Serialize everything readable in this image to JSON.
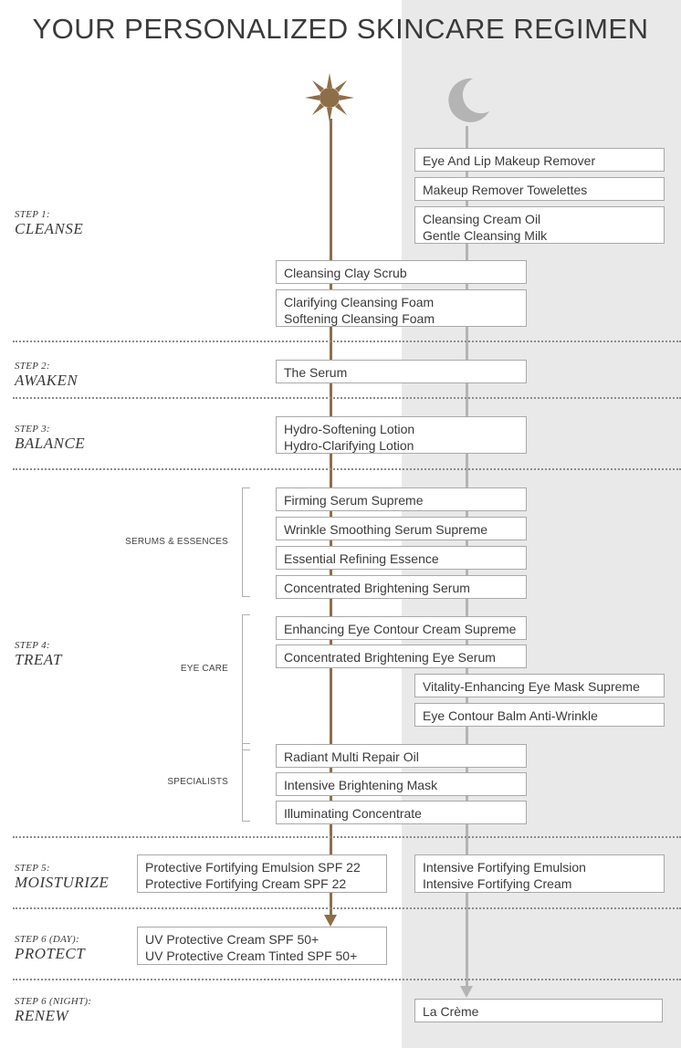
{
  "title": "YOUR PERSONALIZED SKINCARE REGIMEN",
  "icons": {
    "day": "sun-icon",
    "night": "moon-icon"
  },
  "colors": {
    "day_line": "#8d6e4a",
    "night_line": "#b4b4b4",
    "night_panel": "#e9e9e9"
  },
  "steps": [
    {
      "num": "STEP 1:",
      "name": "CLEANSE"
    },
    {
      "num": "STEP 2:",
      "name": "AWAKEN"
    },
    {
      "num": "STEP 3:",
      "name": "BALANCE"
    },
    {
      "num": "STEP 4:",
      "name": "TREAT"
    },
    {
      "num": "STEP 5:",
      "name": "MOISTURIZE"
    },
    {
      "num": "STEP 6 (DAY):",
      "name": "PROTECT"
    },
    {
      "num": "STEP 6 (NIGHT):",
      "name": "RENEW"
    }
  ],
  "groups": [
    "SERUMS & ESSENCES",
    "EYE CARE",
    "SPECIALISTS"
  ],
  "products": {
    "cleanse_night_1": [
      "Eye And Lip Makeup Remover"
    ],
    "cleanse_night_2": [
      "Makeup Remover Towelettes"
    ],
    "cleanse_night_3": [
      "Cleansing Cream Oil",
      "Gentle Cleansing Milk"
    ],
    "cleanse_both_1": [
      "Cleansing Clay Scrub"
    ],
    "cleanse_both_2": [
      "Clarifying Cleansing Foam",
      "Softening Cleansing Foam"
    ],
    "awaken_1": [
      "The Serum"
    ],
    "balance_1": [
      "Hydro-Softening Lotion",
      "Hydro-Clarifying Lotion"
    ],
    "serums_1": [
      "Firming Serum Supreme"
    ],
    "serums_2": [
      "Wrinkle Smoothing Serum Supreme"
    ],
    "serums_3": [
      "Essential Refining Essence"
    ],
    "serums_4": [
      "Concentrated Brightening Serum"
    ],
    "eye_1": [
      "Enhancing Eye Contour Cream Supreme"
    ],
    "eye_2": [
      "Concentrated Brightening Eye Serum"
    ],
    "eye_night_1": [
      "Vitality-Enhancing Eye Mask Supreme"
    ],
    "eye_night_2": [
      "Eye Contour Balm Anti-Wrinkle"
    ],
    "spec_1": [
      "Radiant Multi Repair Oil"
    ],
    "spec_2": [
      "Intensive Brightening Mask"
    ],
    "spec_3": [
      "Illuminating Concentrate"
    ],
    "moisturize_day": [
      "Protective Fortifying Emulsion SPF 22",
      "Protective Fortifying Cream SPF 22"
    ],
    "moisturize_night": [
      "Intensive Fortifying Emulsion",
      "Intensive Fortifying Cream"
    ],
    "protect_day": [
      "UV Protective Cream SPF 50+",
      "UV Protective Cream Tinted SPF 50+"
    ],
    "renew_night": [
      "La Crème"
    ]
  }
}
